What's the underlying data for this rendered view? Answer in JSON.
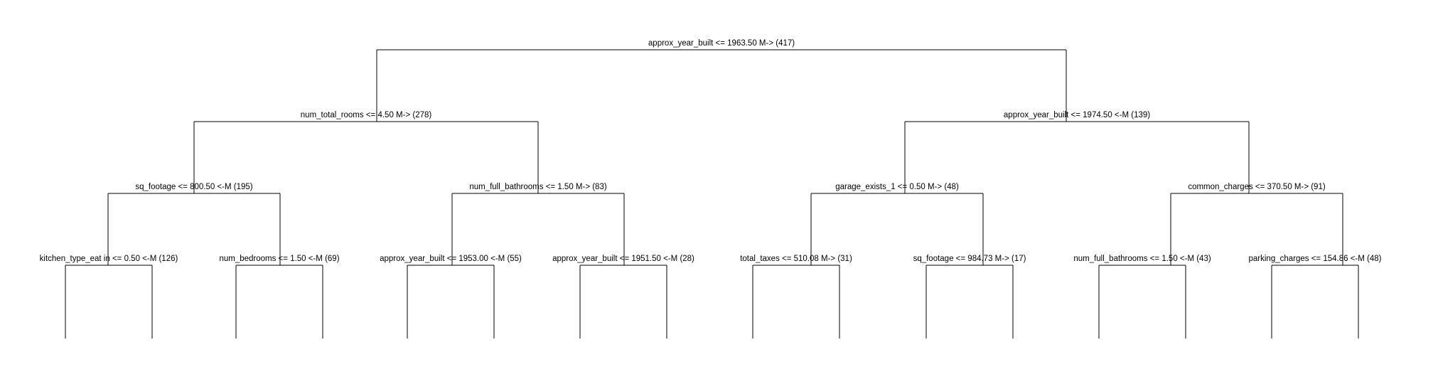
{
  "diagram": {
    "type": "decision-tree",
    "edge_color": "#000000",
    "text_color": "#000000",
    "nodes": [
      {
        "id": "root",
        "label": "approx_year_built <= 1963.50 M-> (417)"
      },
      {
        "id": "l",
        "label": "num_total_rooms <= 4.50 M-> (278)"
      },
      {
        "id": "r",
        "label": "approx_year_built <= 1974.50 <-M (139)"
      },
      {
        "id": "ll",
        "label": "sq_footage <= 800.50 <-M (195)"
      },
      {
        "id": "lr",
        "label": "num_full_bathrooms <= 1.50 M-> (83)"
      },
      {
        "id": "rl",
        "label": "garage_exists_1 <= 0.50 M-> (48)"
      },
      {
        "id": "rr",
        "label": "common_charges <= 370.50 M-> (91)"
      },
      {
        "id": "lll",
        "label": "kitchen_type_eat in <= 0.50 <-M (126)"
      },
      {
        "id": "llr",
        "label": "num_bedrooms <= 1.50 <-M (69)"
      },
      {
        "id": "lrl",
        "label": "approx_year_built <= 1953.00 <-M (55)"
      },
      {
        "id": "lrr",
        "label": "approx_year_built <= 1951.50 <-M (28)"
      },
      {
        "id": "rll",
        "label": "total_taxes <= 510.08 M-> (31)"
      },
      {
        "id": "rlr",
        "label": "sq_footage <= 984.73 M-> (17)"
      },
      {
        "id": "rrl",
        "label": "num_full_bathrooms <= 1.50 <-M (43)"
      },
      {
        "id": "rrr",
        "label": "parking_charges <= 154.86 <-M (48)"
      }
    ]
  }
}
